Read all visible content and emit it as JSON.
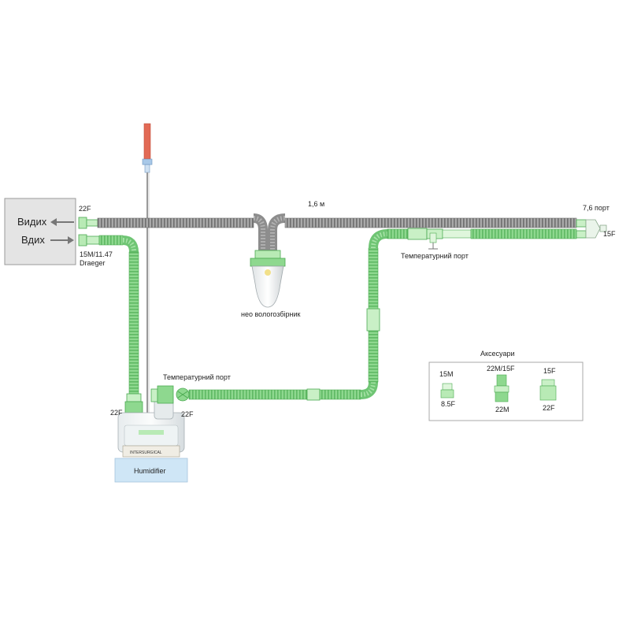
{
  "ventilator": {
    "exhale_label": "Видих",
    "inhale_label": "Вдих"
  },
  "connectors": {
    "top_left": "22F",
    "bottom_left_line1": "15M/11.47",
    "bottom_left_line2": "Draeger",
    "humidifier_left": "22F",
    "humidifier_right": "22F",
    "patient_bottom": "15F"
  },
  "tubing": {
    "expiratory_length": "1,6 м",
    "proximal_port": "7,6 порт",
    "temp_port_top": "Температурний порт",
    "temp_port_bottom": "Температурний порт"
  },
  "water_trap": {
    "label": "нео вологозбірник"
  },
  "humidifier": {
    "label": "Humidifier",
    "brand": "INTERSURGICAL"
  },
  "accessories": {
    "title": "Аксесуари",
    "items": [
      {
        "top": "15M",
        "bottom": "8.5F"
      },
      {
        "top": "22M/15F",
        "bottom": "22M"
      },
      {
        "top": "15F",
        "bottom": "22F"
      }
    ]
  },
  "colors": {
    "green_tube": "#8ed88f",
    "green_dark": "#4caa52",
    "grey_tube": "#9a9a9a",
    "grey_dark": "#6e6e6e",
    "probe_red": "#e26a55",
    "humidifier_base": "#cfe6f6"
  }
}
